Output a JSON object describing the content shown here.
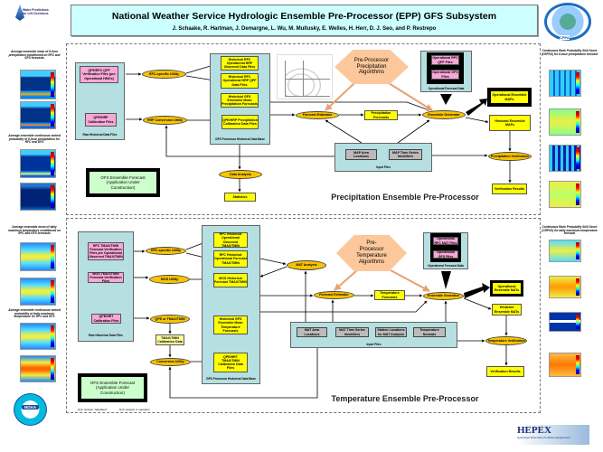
{
  "header": {
    "title": "National Weather Service Hydrologic Ensemble Pre-Processor (EPP) GFS Subsystem",
    "authors": "J. Schaake, R. Hartman, J. Demargne, L. Wu, M. Mullusky, E. Welles, H. Herr, D. J. Seo, and P. Restrepo",
    "left_logo": "Water Predictions for Life Decisions",
    "right_logo": "CPPA"
  },
  "precip": {
    "title": "Precipitation Ensemble Pre-Processor",
    "raw_box_label": "Raw Historical Data Files",
    "raw1": "QPE/RFC QPF Verification Files (pre Operational HMOs)",
    "raw2": "QPE/HRP Calibration Files",
    "rfc_util": "RFC-specific Utility",
    "hrp_util": "HRP Conversion Utility",
    "gfs_label": "GFS Processor Historical Data Base",
    "gfs1": "Historical RFC Operational HRP Observed Data Files",
    "gfs2": "Historical RFC Operational HRP QPF Data Files",
    "gfs3": "Historical GFS Ensemble Mean Precipitation Forecasts",
    "gfs4": "QPE/HRP Precipitation Calibration Data Files",
    "algorithms": "Pre-Processor Precipitation Algorithms",
    "op_label": "Operational Forecast Data",
    "op1": "Operational RFC QPF Files",
    "op2": "Operational GFS Files",
    "estimator": "Forecast Estimator",
    "forecasts": "Precipitation Forecasts",
    "generator": "Ensemble Generator",
    "op_ens": "Operational Ensemble MAPs",
    "hind_ens": "Hindcast Ensemble MAPs",
    "input_label": "Input Files",
    "in1": "MAP Area Locations",
    "in2": "MAP Time Series Identifiers",
    "verif": "Precipitation Verification",
    "results": "Verification Results",
    "analysis": "Data Analysis",
    "stats": "Statistics",
    "ofs": "OFS Ensemble Forecast (Application Under Construction)"
  },
  "temp": {
    "title": "Temperature Ensemble Pre-Processor",
    "raw_box_label": "Raw Historical Data Files",
    "raw1": "RFC TMAX/TMIN Forecast Verification Files pre Operational Observed TMAX/TMIN",
    "raw2": "MOS TMAX/TMIN Forecast Verification Files",
    "raw3": "QPE/HRT Calibration Files",
    "rfc_util": "RFC-specific Utility",
    "mos_util": "MOS Utility",
    "tm_util": "QPE or TMAX/TMIN",
    "calib": "TMAX/TMIN Calibration Data",
    "conv_util": "Conversion Utility",
    "gfs_label": "GFS Processor Historical Data Base",
    "gfs1": "RFC Historical Operational Observed TMAX/TMIN",
    "gfs2": "RFC Historical Operational Forecast TMAX/TMIN",
    "gfs3": "MOS Historical Forecast TMAX/TMIN",
    "gfs4": "Historical GFS Ensemble Mean Temperature Forecasts",
    "gfs5": "QPE/HRT TMAX/TMIN Calibration Data Files",
    "mat": "MAT Analysis",
    "algorithms": "Pre-Processor Temperature Algorithms",
    "op_label": "Operational Forecast Data",
    "op1": "Operational RFC MAT Files",
    "op2": "Operational GFS Files",
    "estimator": "Forecast Estimator",
    "forecasts": "Temperature Forecasts",
    "generator": "Ensemble Generator",
    "op_ens": "Operational Ensemble MATs",
    "hind_ens": "Hindcast Ensemble MATs",
    "input_label": "Input Files",
    "in1": "MAT Area Locations",
    "in2": "MAT Time Series Identifiers",
    "in3": "Station Locations for MAT Analysis",
    "in4": "Temperature Normals",
    "verif": "Temperature Verification",
    "results": "Verification Results",
    "ofs": "OFS Ensemble Forecast (Application Under Construction)",
    "note1": "DoC revision \"tabulated\"",
    "note2": "DoC revision in operation"
  },
  "left_panel": {
    "title1": "Average ensemble mean of 6-hour precipitation conditioned on RFC and GFS forecasts",
    "title2": "Average ensemble continuous ranked probability of 6-hour precipitation for RFC and GFS",
    "title3": "Average ensemble mean of daily maximum temperature conditioned on RFC and GFS forecasts",
    "title4": "Average ensemble continuous ranked probability of daily maximum temperature for RFC and GFS"
  },
  "right_panel": {
    "title1": "Continuous Rank Probability Skill Score (CRPSS) for 6-hour precipitation forecast",
    "title2": "Continuous Rank Probability Skill Score (CRPSS) for daily maximum temperature forecast"
  },
  "footer": {
    "noaa_logo": "NOAA",
    "hepex_logo": "HEPEX",
    "hepex_sub": "Hydrologic Ensemble Prediction Experiment"
  },
  "colors": {
    "title_bg": "#ccffff",
    "data_box": "#b5dfe0",
    "oval": "#f8c400",
    "file": "#ffff00",
    "raw_file": "#f8a8d8",
    "algorithm": "#fcc89b",
    "ofs": "#ccffcc"
  }
}
